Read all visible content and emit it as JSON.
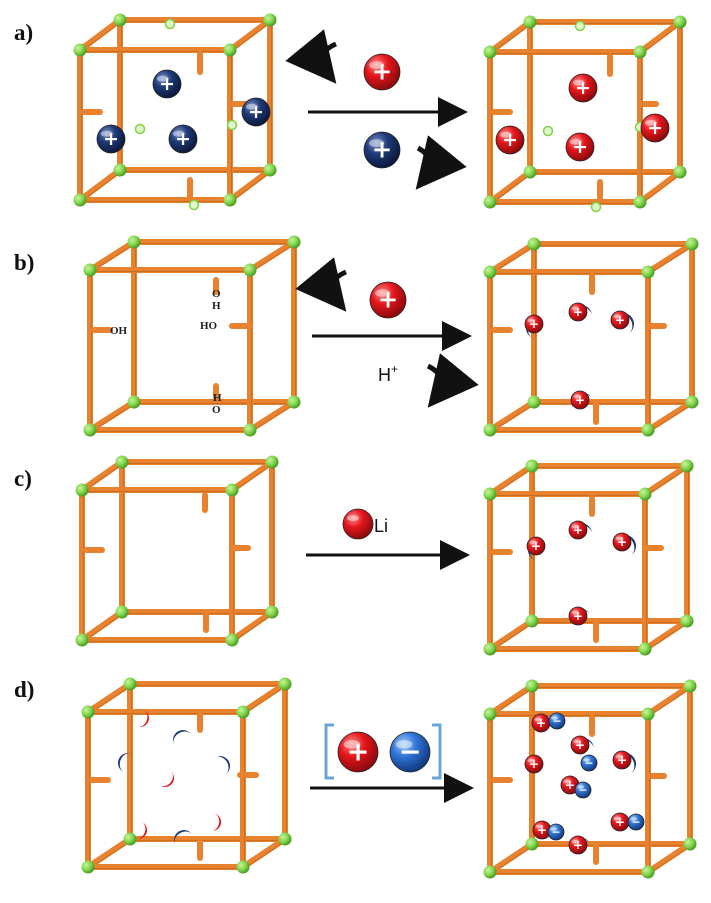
{
  "panels": [
    {
      "id": "a",
      "label": "a)",
      "reagent_in": "+",
      "reagent_out": "+",
      "reagent_text": ""
    },
    {
      "id": "b",
      "label": "b)",
      "reagent_in": "+",
      "reagent_out": "H",
      "reagent_out_sup": "+",
      "groups": [
        "O",
        "H",
        "HO",
        "OH",
        "H",
        "O"
      ]
    },
    {
      "id": "c",
      "label": "c)",
      "reagent_text": "Li"
    },
    {
      "id": "d",
      "label": "d)",
      "cation_sign": "+",
      "anion_sign": "−"
    }
  ],
  "colors": {
    "framework": "#e8822e",
    "node": "#7fd34a",
    "cation_red": "#e4161c",
    "cation_blue": "#1f3a78",
    "anion_blue": "#2f74d6",
    "bracket": "#6aa5d8"
  },
  "icons": [
    "cube-framework",
    "red-cation",
    "blue-cation",
    "anion",
    "reaction-arrow",
    "curved-arrow"
  ]
}
